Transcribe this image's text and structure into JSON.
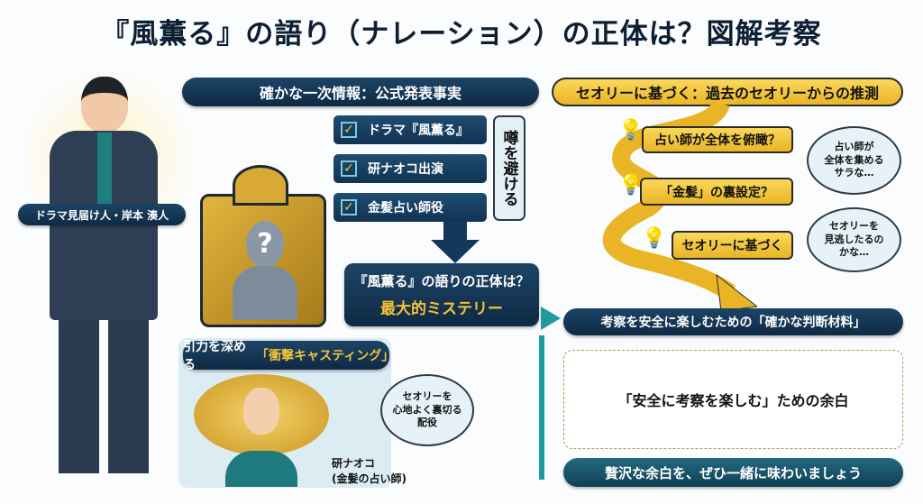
{
  "title": "『風薫る』の語り（ナレーション）の正体は？図解考察",
  "narrator_label": "ドラマ見届け人・岸本 湊人",
  "facts": {
    "header": "確かな一次情報：公式発表事実",
    "items": [
      "ドラマ『風薫る』",
      "研ナオコ出演",
      "金髪占い師役"
    ],
    "side_note": "噂を避ける",
    "mystery_line1": "『風薫る』の語りの正体は？",
    "mystery_line2": "最大的ミステリー"
  },
  "theory": {
    "header": "セオリーに基づく：過去のセオリーからの推測",
    "items": [
      "占い師が全体を俯瞰？",
      "「金髪」の裏設定？",
      "セオリーに基づく"
    ],
    "cloud1": "占い師が\n全体を集める\nサラな…",
    "cloud2": "セオリーを\n見逃したるの\nかな…",
    "footer": "考察を安全に楽しむための「確かな判断材料」"
  },
  "casting": {
    "header_prefix": "引力を深める",
    "header_highlight": "「衝撃キャスティング」",
    "cloud": "セオリーを\n心地よく裏切る\n配役",
    "name": "研ナオコ",
    "role": "(金髪の占い師)"
  },
  "margin_box": "「安全に考察を楽しむ」ための余白",
  "closing": "贅沢な余白を、ぜひ一緒に味わいましょう",
  "colors": {
    "navy": "#0e2a44",
    "gold": "#f2c33a",
    "teal": "#1f9aa0"
  }
}
